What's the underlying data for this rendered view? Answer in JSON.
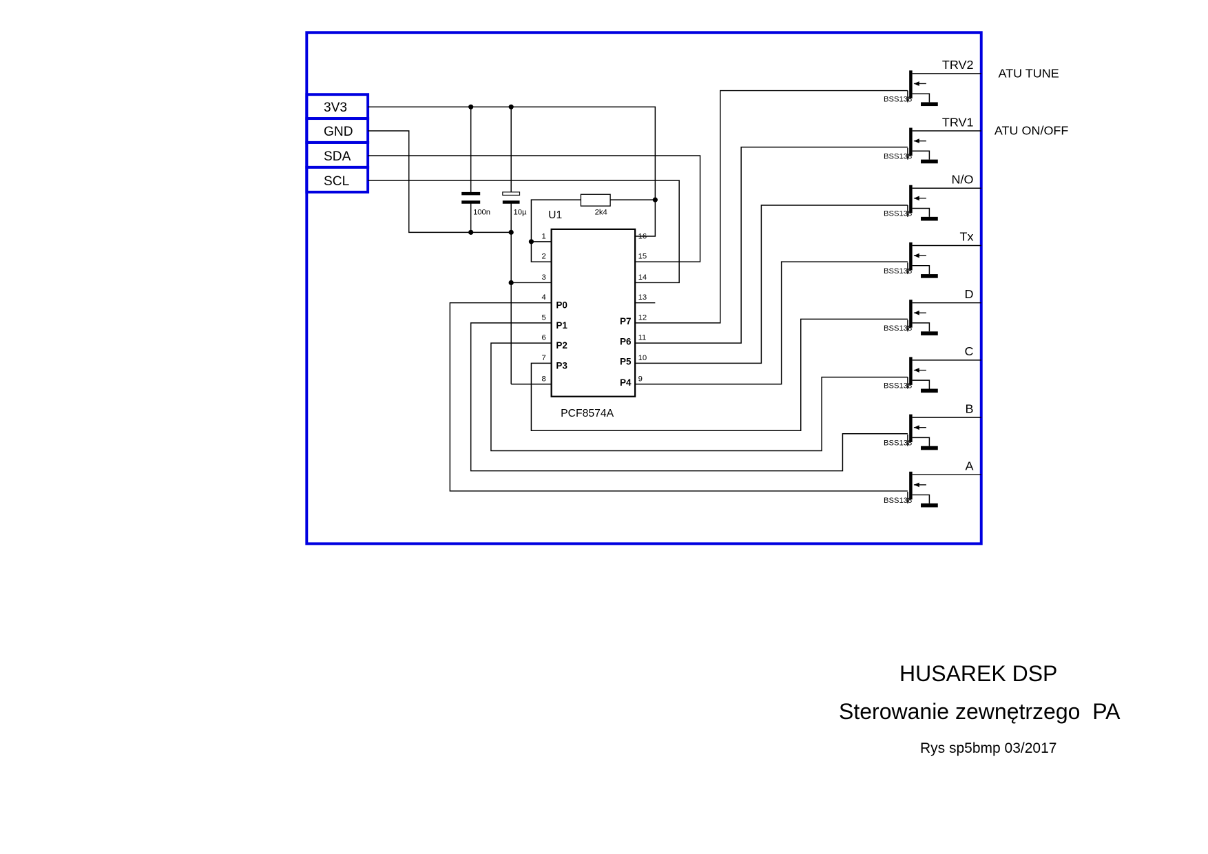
{
  "connector": {
    "pins": [
      "3V3",
      "GND",
      "SDA",
      "SCL"
    ],
    "color": "#0000e0"
  },
  "components": {
    "c1": "100n",
    "c2": "10µ",
    "r1": "2k4",
    "ic_ref": "U1",
    "ic_part": "PCF8574A",
    "left_pin_numbers": [
      "1",
      "2",
      "3",
      "4",
      "5",
      "6",
      "7",
      "8"
    ],
    "right_pin_numbers": [
      "16",
      "15",
      "14",
      "13",
      "12",
      "11",
      "10",
      "9"
    ],
    "left_port_labels": [
      "P0",
      "P1",
      "P2",
      "P3"
    ],
    "right_port_labels": [
      "P7",
      "P6",
      "P5",
      "P4"
    ]
  },
  "transistors": [
    {
      "part": "BSS138",
      "output": "TRV2",
      "note": "ATU TUNE"
    },
    {
      "part": "BSS138",
      "output": "TRV1",
      "note": "ATU ON/OFF"
    },
    {
      "part": "BSS138",
      "output": "N/O",
      "note": ""
    },
    {
      "part": "BSS138",
      "output": "Tx",
      "note": ""
    },
    {
      "part": "BSS138",
      "output": "D",
      "note": ""
    },
    {
      "part": "BSS138",
      "output": "C",
      "note": ""
    },
    {
      "part": "BSS138",
      "output": "B",
      "note": ""
    },
    {
      "part": "BSS138",
      "output": "A",
      "note": ""
    }
  ],
  "titleblock": {
    "project": "HUSAREK DSP",
    "subtitle": "Sterowanie zewnętrzego  PA",
    "author": "Rys sp5bmp 03/2017"
  }
}
